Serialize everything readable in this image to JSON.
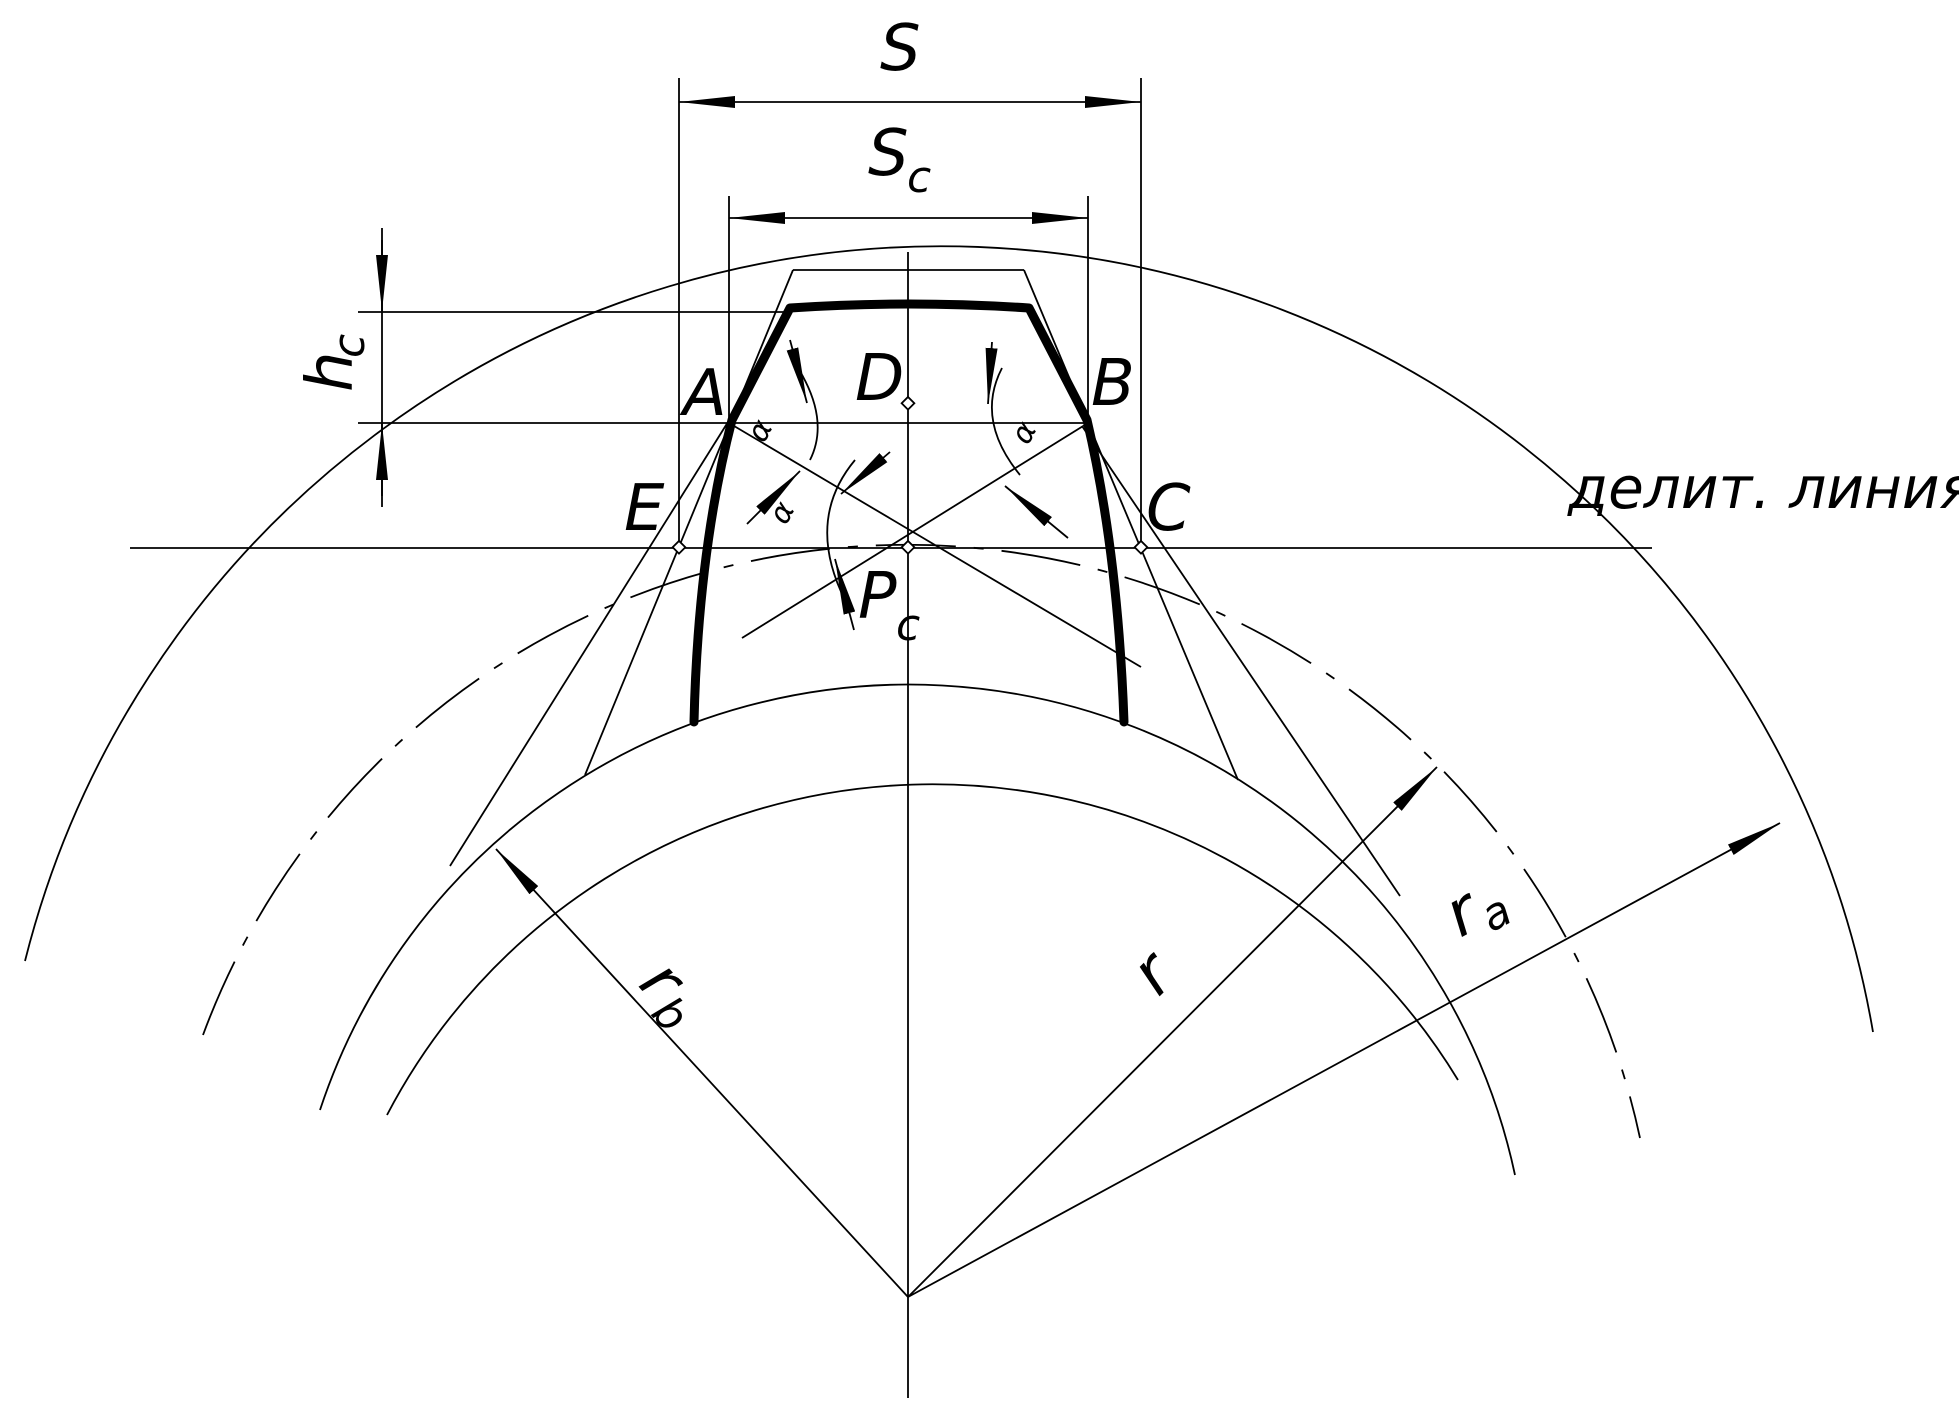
{
  "labels": {
    "S": "S",
    "Sc_main": "S",
    "Sc_sub": "c",
    "hc_main": "h",
    "hc_sub": "c",
    "A": "A",
    "B": "B",
    "C": "C",
    "D": "D",
    "E": "E",
    "Pc_main": "P",
    "Pc_sub": "c",
    "alpha": "α",
    "pitch_line": "делит. линия",
    "ra_main": "r",
    "ra_sub": "a",
    "rb_main": "r",
    "rb_sub": "b",
    "r": "r"
  }
}
